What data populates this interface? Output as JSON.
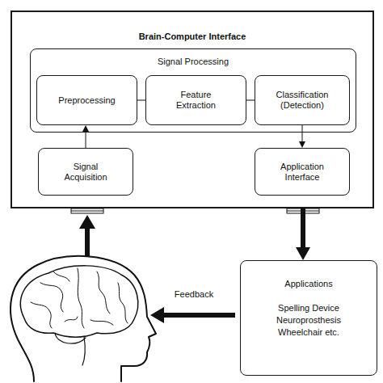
{
  "diagram": {
    "nodes": [
      {
        "text": [
          "Brain-Computer Interface"
        ]
      },
      {
        "text": [
          "Signal Processing"
        ],
        "in": 0
      },
      {
        "text": [
          "Preprocessing"
        ],
        "in": 1
      },
      {
        "text": [
          "Feature Extraction"
        ],
        "in": 1
      },
      {
        "text": [
          "Classification (Detection)"
        ],
        "in": 1
      },
      {
        "text": [
          "Signal Acquisition"
        ],
        "in": 0
      },
      {
        "text": [
          "Application Interface"
        ],
        "in": 0
      },
      {
        "text": [
          "Applications",
          "Spelling Device Neuroprosthesis Wheelchair etc."
        ]
      }
    ],
    "edges": [
      {
        "from": 5,
        "to": 2,
        "arrow": "to"
      },
      {
        "from": 2,
        "to": 3,
        "arrow": "none"
      },
      {
        "from": 3,
        "to": 4,
        "arrow": "none"
      },
      {
        "from": 4,
        "to": 6,
        "arrow": "to"
      },
      {
        "from": 0,
        "to": 7,
        "arrow": "to"
      }
    ],
    "labels": [
      "Feedback"
    ]
  }
}
